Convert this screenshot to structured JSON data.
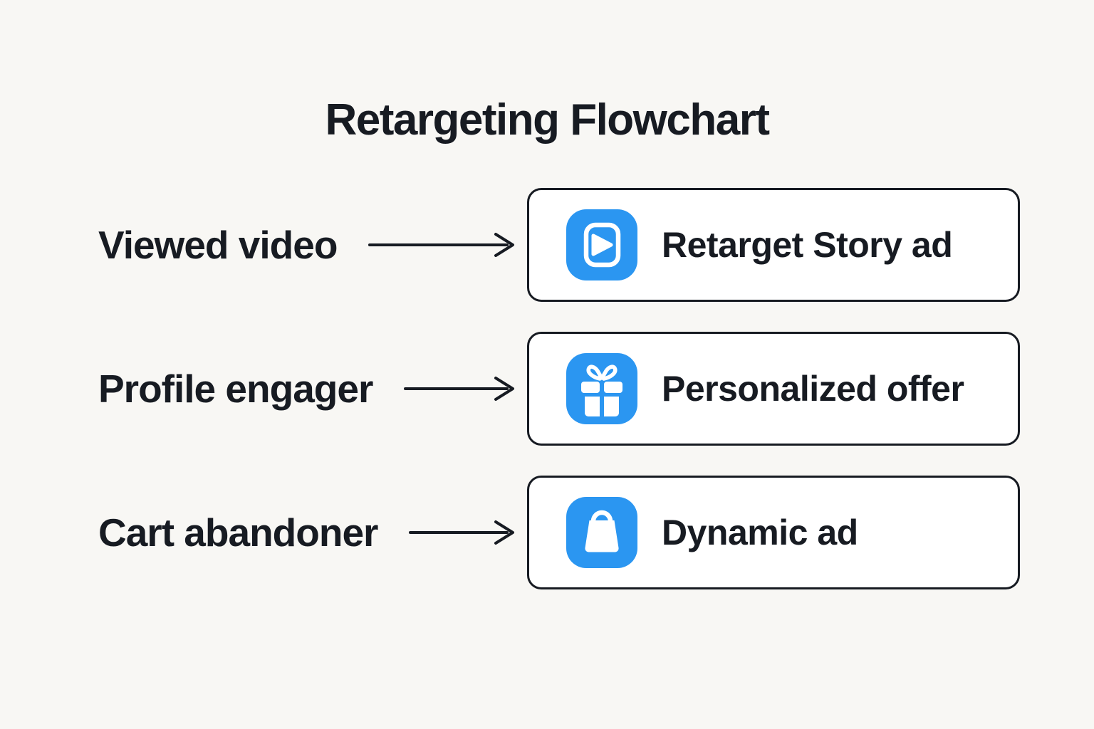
{
  "title": "Retargeting Flowchart",
  "colors": {
    "accent_blue": "#2B96F1",
    "ink": "#171B22",
    "background": "#F8F7F4",
    "box_bg": "#FFFFFF"
  },
  "rows": [
    {
      "label": "Viewed video",
      "icon": "story-play-icon",
      "action": "Retarget Story ad"
    },
    {
      "label": "Profile engager",
      "icon": "gift-icon",
      "action": "Personalized offer"
    },
    {
      "label": "Cart abandoner",
      "icon": "shopping-bag-icon",
      "action": "Dynamic ad"
    }
  ]
}
